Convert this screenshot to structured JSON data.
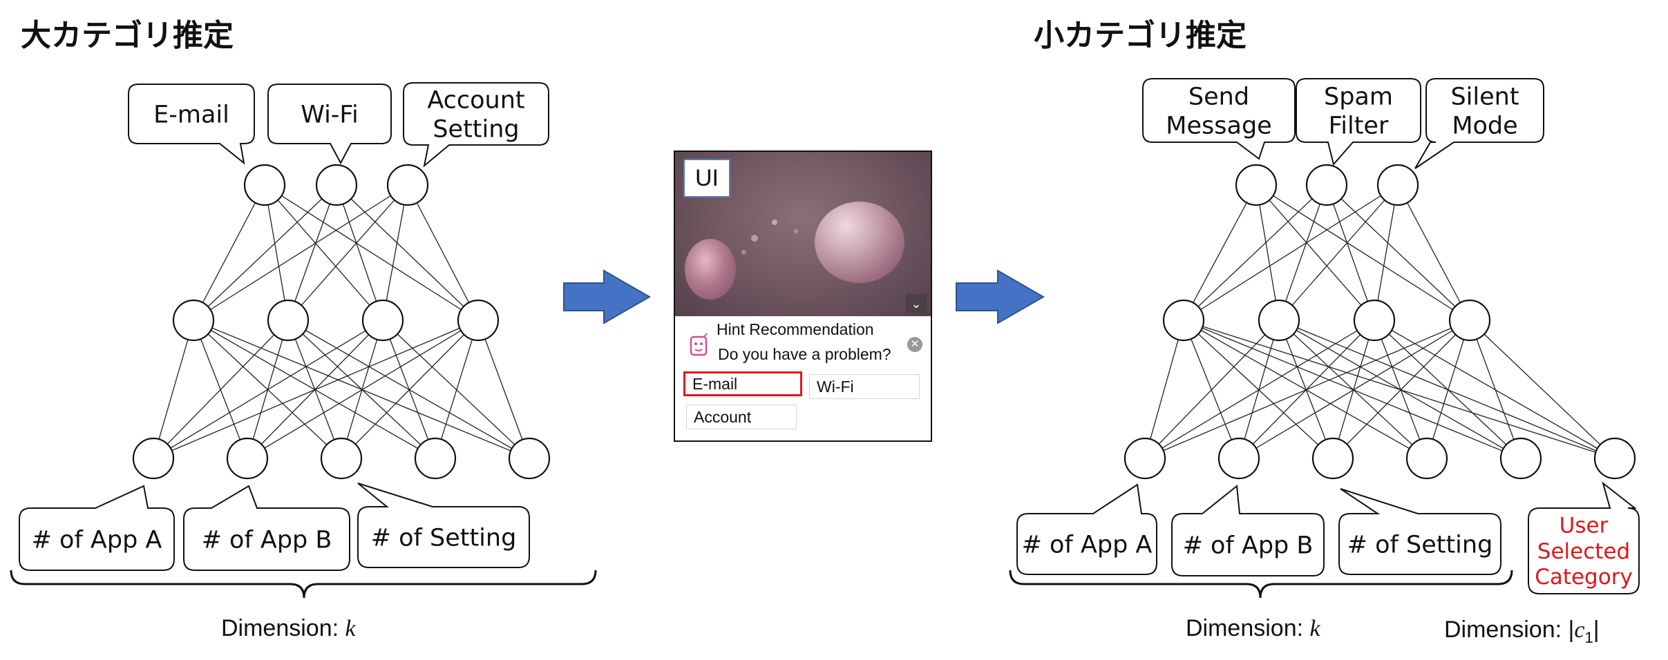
{
  "left_panel": {
    "title": "大カテゴリ推定",
    "output_labels": [
      "E-mail",
      "Wi-Fi",
      [
        "Account",
        "Setting"
      ]
    ],
    "input_labels": [
      "# of App A",
      "# of App B",
      "# of Setting"
    ],
    "dimension_label": "Dimension: ",
    "dimension_var": "k",
    "layers": [
      3,
      4,
      5
    ]
  },
  "right_panel": {
    "title": "小カテゴリ推定",
    "output_labels": [
      [
        "Send",
        "Message"
      ],
      [
        "Spam",
        "Filter"
      ],
      [
        "Silent",
        "Mode"
      ]
    ],
    "input_labels": [
      "# of App A",
      "# of App B",
      "# of Setting"
    ],
    "extra_input_label": [
      "User",
      "Selected",
      "Category"
    ],
    "dimension_label": "Dimension: ",
    "dimension_var": "k",
    "extra_dimension_label": "Dimension: |",
    "extra_dimension_var": "c",
    "extra_dimension_sub": "1",
    "extra_dimension_close": "|",
    "layers": [
      3,
      4,
      6
    ]
  },
  "ui": {
    "label": "UI",
    "hint_title": "Hint Recommendation",
    "hint_question": "Do you have a problem?",
    "chips": [
      "E-mail",
      "Wi-Fi",
      "Account"
    ],
    "highlight_color": "#e0161b"
  },
  "colors": {
    "arrow": "#4472c4",
    "arrow_stroke": "#2f528f",
    "accent_red": "#e0161b"
  }
}
